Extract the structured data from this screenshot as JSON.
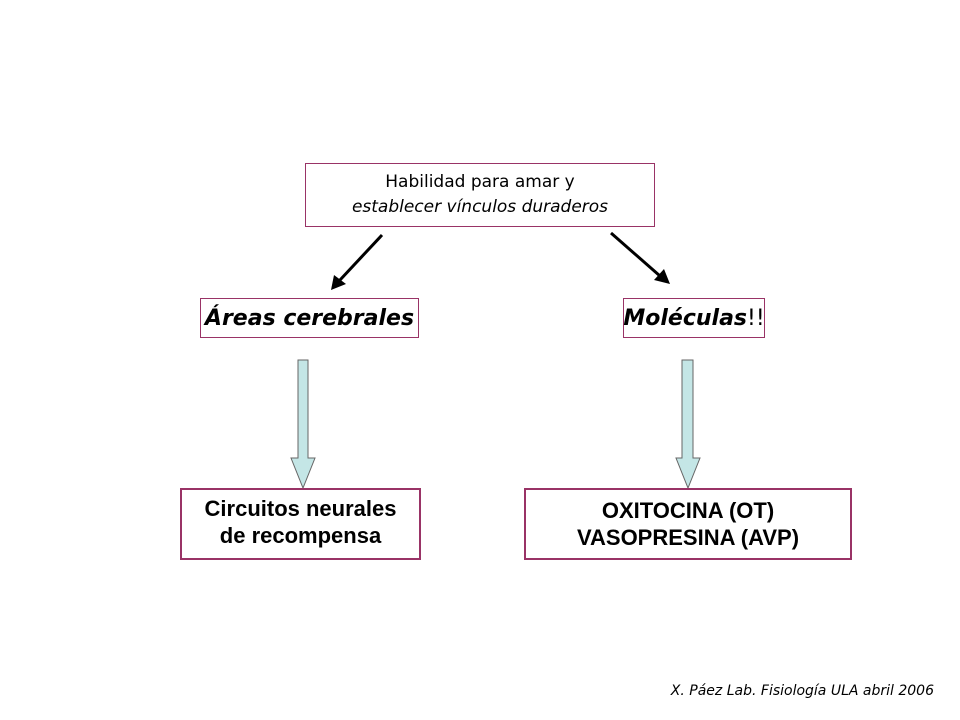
{
  "nodes": {
    "top": {
      "line1": "Habilidad para amar y",
      "line2": "establecer vínculos duraderos"
    },
    "areas": {
      "label": "Áreas cerebrales"
    },
    "moleculas": {
      "label": "Moléculas",
      "suffix": "!!"
    },
    "circuitos": {
      "line1": "Circuitos neurales",
      "line2": "de recompensa"
    },
    "oxitocina": {
      "line1": "OXITOCINA (OT)",
      "line2": "VASOPRESINA (AVP)"
    }
  },
  "credit": "X. Páez  Lab. Fisiología ULA abril 2006",
  "colors": {
    "border": "#993366",
    "block_arrow_fill": "#c4e6e6",
    "arrow_line": "#000000"
  }
}
